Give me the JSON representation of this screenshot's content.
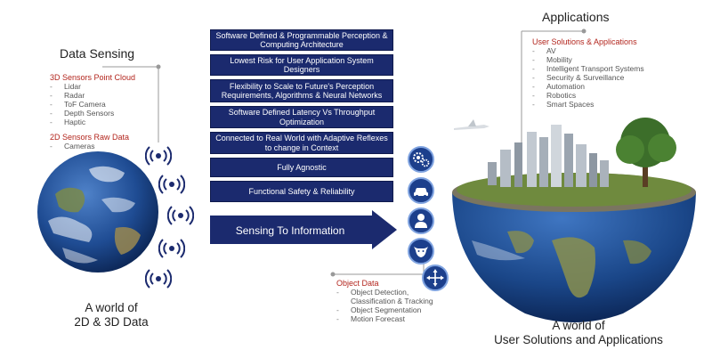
{
  "left": {
    "title": "Data Sensing",
    "groups": [
      {
        "heading": "3D Sensors Point Cloud",
        "items": [
          "Lidar",
          "Radar",
          "ToF Camera",
          "Depth Sensors",
          "Haptic"
        ]
      },
      {
        "heading": "2D Sensors Raw Data",
        "items": [
          "Cameras"
        ]
      }
    ],
    "caption_line1": "A world of",
    "caption_line2": "2D & 3D Data"
  },
  "center": {
    "boxes": [
      "Software Defined & Programmable Perception & Computing Architecture",
      "Lowest Risk for User Application System Designers",
      "Flexibility to Scale to Future's Perception Requirements, Algorithms & Neural Networks",
      "Software Defined Latency Vs Throughput Optimization",
      "Connected to Real World with Adaptive Reflexes to change in Context",
      "Fully Agnostic",
      "Functional Safety & Reliability"
    ],
    "arrow_label": "Sensing To Information",
    "object_data": {
      "heading": "Object Data",
      "items": [
        "Object Detection, Classification & Tracking",
        "Object Segmentation",
        "Motion Forecast"
      ]
    },
    "icons": [
      "gears-icon",
      "car-icon",
      "person-icon",
      "cow-icon",
      "move-arrows-icon"
    ]
  },
  "right": {
    "title": "Applications",
    "heading": "User Solutions & Applications",
    "items": [
      "AV",
      "Mobility",
      "Intelligent Transport Systems",
      "Security & Surveillance",
      "Automation",
      "Robotics",
      "Smart Spaces"
    ],
    "caption_line1": "A world of",
    "caption_line2": "User Solutions and Applications"
  },
  "colors": {
    "navy": "#1b2a6e",
    "accent_red": "#b3261e",
    "icon_blue": "#1c3f8c"
  }
}
